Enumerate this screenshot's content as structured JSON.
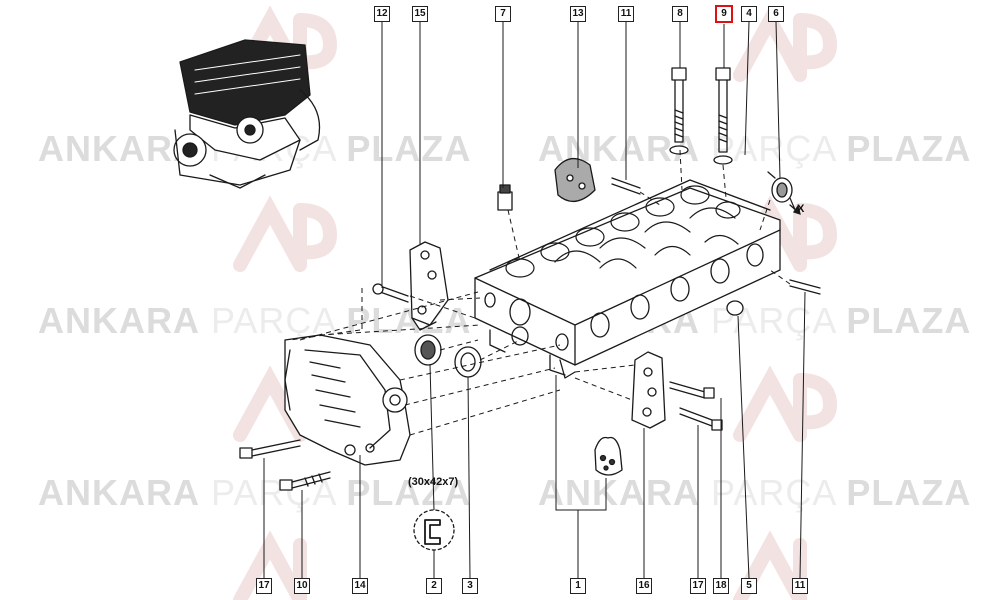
{
  "watermark": {
    "part1": "ANKARA",
    "part2": "PARÇA",
    "part3": "PLAZA"
  },
  "callouts": {
    "top": [
      {
        "label": "12",
        "highlight": false
      },
      {
        "label": "15",
        "highlight": false
      },
      {
        "label": "7",
        "highlight": false
      },
      {
        "label": "13",
        "highlight": false
      },
      {
        "label": "11",
        "highlight": false
      },
      {
        "label": "8",
        "highlight": false
      },
      {
        "label": "9",
        "highlight": true
      },
      {
        "label": "4",
        "highlight": false
      },
      {
        "label": "6",
        "highlight": false
      }
    ],
    "bottom": [
      {
        "label": "17"
      },
      {
        "label": "10"
      },
      {
        "label": "14"
      },
      {
        "label": "2"
      },
      {
        "label": "3"
      },
      {
        "label": "1"
      },
      {
        "label": "16"
      },
      {
        "label": "17"
      },
      {
        "label": "18"
      },
      {
        "label": "5"
      },
      {
        "label": "11"
      }
    ]
  },
  "seal_size": "(30x42x7)",
  "axis_mark": "X",
  "colors": {
    "line": "#1a1a1a",
    "highlight": "#dd1111",
    "watermark": "#e3e3e3",
    "watermark_logo": "#f0dede"
  }
}
